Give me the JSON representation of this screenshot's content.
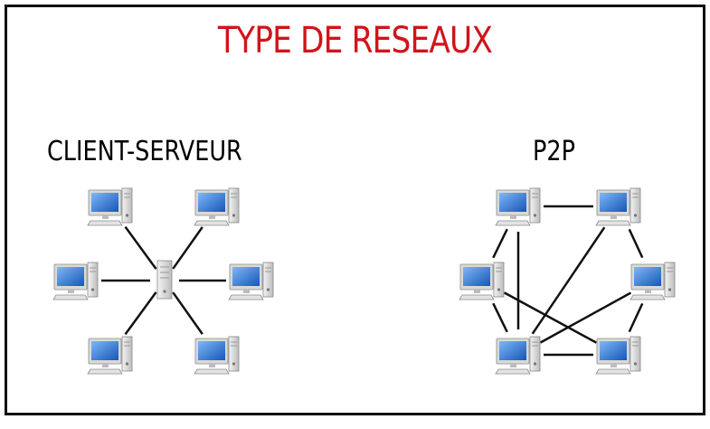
{
  "title": "TYPE DE RESEAUX",
  "colors": {
    "title": "#d0141a",
    "line": "#111111",
    "screen": "#1f6fd0",
    "case": "#d8d8d8"
  },
  "client_serveur": {
    "label": "CLIENT-SERVEUR",
    "hub": "server",
    "nodes": [
      "client-1",
      "client-2",
      "client-3",
      "client-4",
      "client-5",
      "client-6"
    ],
    "links": [
      [
        "server",
        "client-1"
      ],
      [
        "server",
        "client-2"
      ],
      [
        "server",
        "client-3"
      ],
      [
        "server",
        "client-4"
      ],
      [
        "server",
        "client-5"
      ],
      [
        "server",
        "client-6"
      ]
    ]
  },
  "p2p": {
    "label": "P2P",
    "nodes": [
      "peer-top-left",
      "peer-top-right",
      "peer-mid-left",
      "peer-mid-right",
      "peer-bottom-left",
      "peer-bottom-right"
    ],
    "links": [
      [
        "peer-top-left",
        "peer-top-right"
      ],
      [
        "peer-top-left",
        "peer-mid-left"
      ],
      [
        "peer-top-left",
        "peer-bottom-left"
      ],
      [
        "peer-top-right",
        "peer-mid-right"
      ],
      [
        "peer-top-right",
        "peer-bottom-left"
      ],
      [
        "peer-mid-left",
        "peer-bottom-left"
      ],
      [
        "peer-mid-left",
        "peer-bottom-right"
      ],
      [
        "peer-mid-right",
        "peer-bottom-left"
      ],
      [
        "peer-mid-right",
        "peer-bottom-right"
      ],
      [
        "peer-bottom-left",
        "peer-bottom-right"
      ]
    ]
  }
}
